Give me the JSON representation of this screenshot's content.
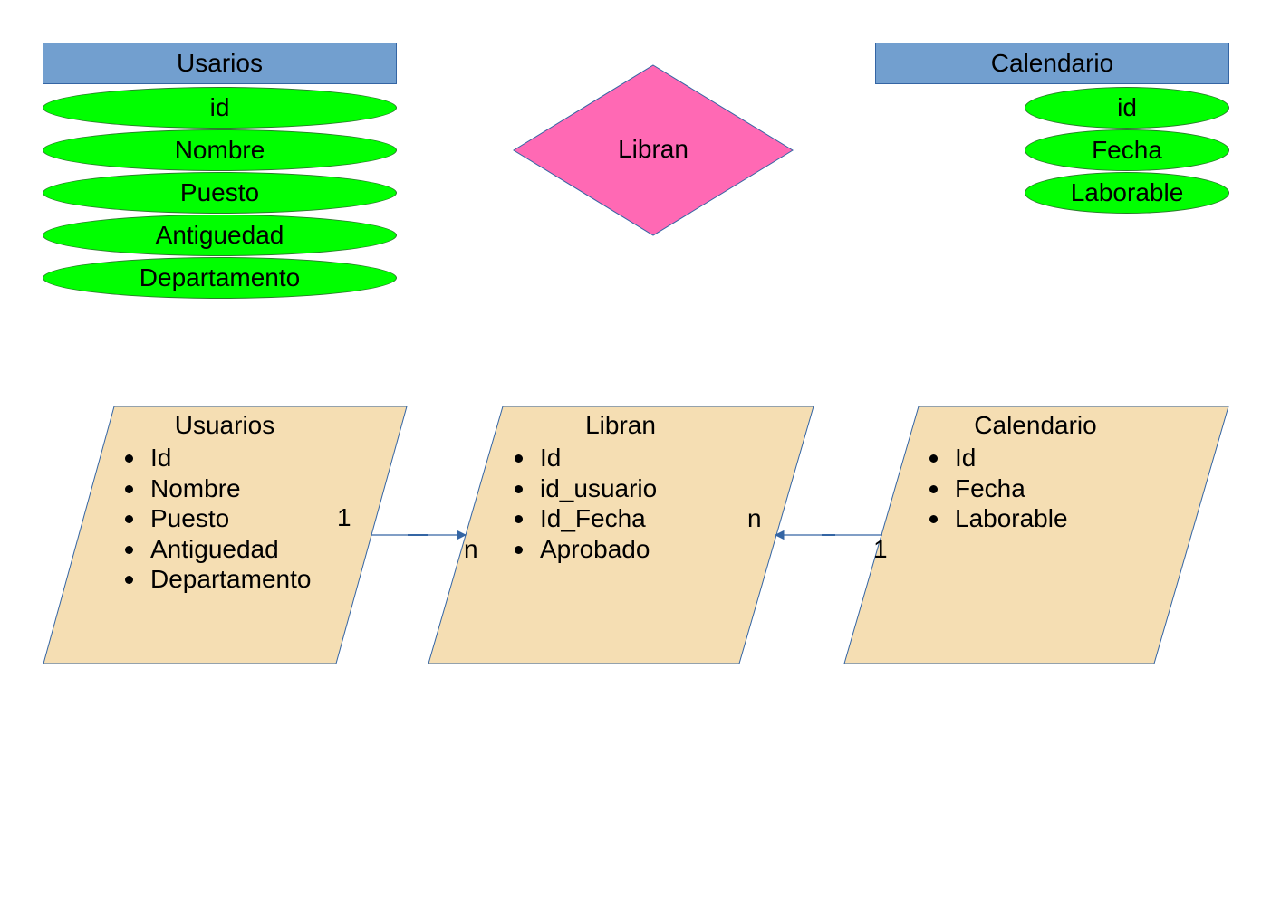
{
  "conceptual": {
    "usuarios": {
      "title": "Usarios",
      "attributes": [
        "id",
        "Nombre",
        "Puesto",
        "Antiguedad",
        "Departamento"
      ]
    },
    "relationship": {
      "label": "Libran"
    },
    "calendario": {
      "title": "Calendario",
      "attributes": [
        "id",
        "Fecha",
        "Laborable"
      ]
    }
  },
  "logical": {
    "usuarios": {
      "title": "Usuarios",
      "fields": [
        "Id",
        "Nombre",
        "Puesto",
        "Antiguedad",
        "Departamento"
      ]
    },
    "libran": {
      "title": "Libran",
      "fields": [
        "Id",
        "id_usuario",
        "Id_Fecha",
        "Aprobado"
      ]
    },
    "calendario": {
      "title": "Calendario",
      "fields": [
        "Id",
        "Fecha",
        "Laborable"
      ]
    },
    "cardinalities": {
      "usuarios_side": "1",
      "libran_left": "n",
      "libran_right": "n",
      "calendario_side": "1"
    }
  },
  "colors": {
    "entity_header": "#729fcf",
    "attribute": "#00ff00",
    "relationship": "#ff69b4",
    "table": "#f5deb3",
    "connector": "#3465a4"
  }
}
